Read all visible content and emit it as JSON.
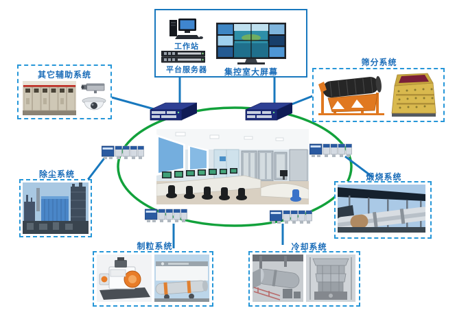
{
  "control_center": {
    "workstation_label": "工作站",
    "server_label": "平台服务器",
    "screen_label": "集控室大屏幕"
  },
  "systems": {
    "auxiliary": {
      "label": "其它辅助系统"
    },
    "screening": {
      "label": "筛分系统"
    },
    "dust": {
      "label": "除尘系统"
    },
    "calcining": {
      "label": "煅烧系统"
    },
    "granulating": {
      "label": "制粒系统"
    },
    "cooling": {
      "label": "冷却系统"
    }
  },
  "colors": {
    "label_text": "#1a6cb8",
    "dashed_box_border": "#2596d8",
    "solid_box_border": "#1878be",
    "connector_line": "#1878be",
    "ring_green": "#12a13b",
    "switch_body": "#1c2a78",
    "background": "#ffffff"
  },
  "icons": [
    "workstation-icon",
    "server-icon",
    "video-wall",
    "network-switch",
    "remote-io-module",
    "box-camera-icon",
    "dome-camera-icon"
  ]
}
